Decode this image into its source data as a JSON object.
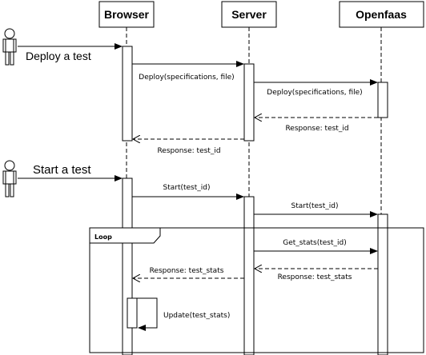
{
  "participants": {
    "browser": "Browser",
    "server": "Server",
    "openfaas": "Openfaas"
  },
  "actors": {
    "deploy": "Deploy a test",
    "start": "Start a test"
  },
  "messages": {
    "deploy_browser_server": "Deploy(specifications, file)",
    "deploy_server_openfaas": "Deploy(specifications, file)",
    "response_openfaas_server": "Response: test_id",
    "response_server_browser": "Response: test_id",
    "start_browser_server": "Start(test_id)",
    "start_server_openfaas": "Start(test_id)",
    "get_stats": "Get_stats(test_id)",
    "response_stats_server_browser": "Response: test_stats",
    "response_stats_openfaas_server": "Response: test_stats",
    "update_self": "Update(test_stats)"
  },
  "loop": {
    "label": "Loop"
  }
}
